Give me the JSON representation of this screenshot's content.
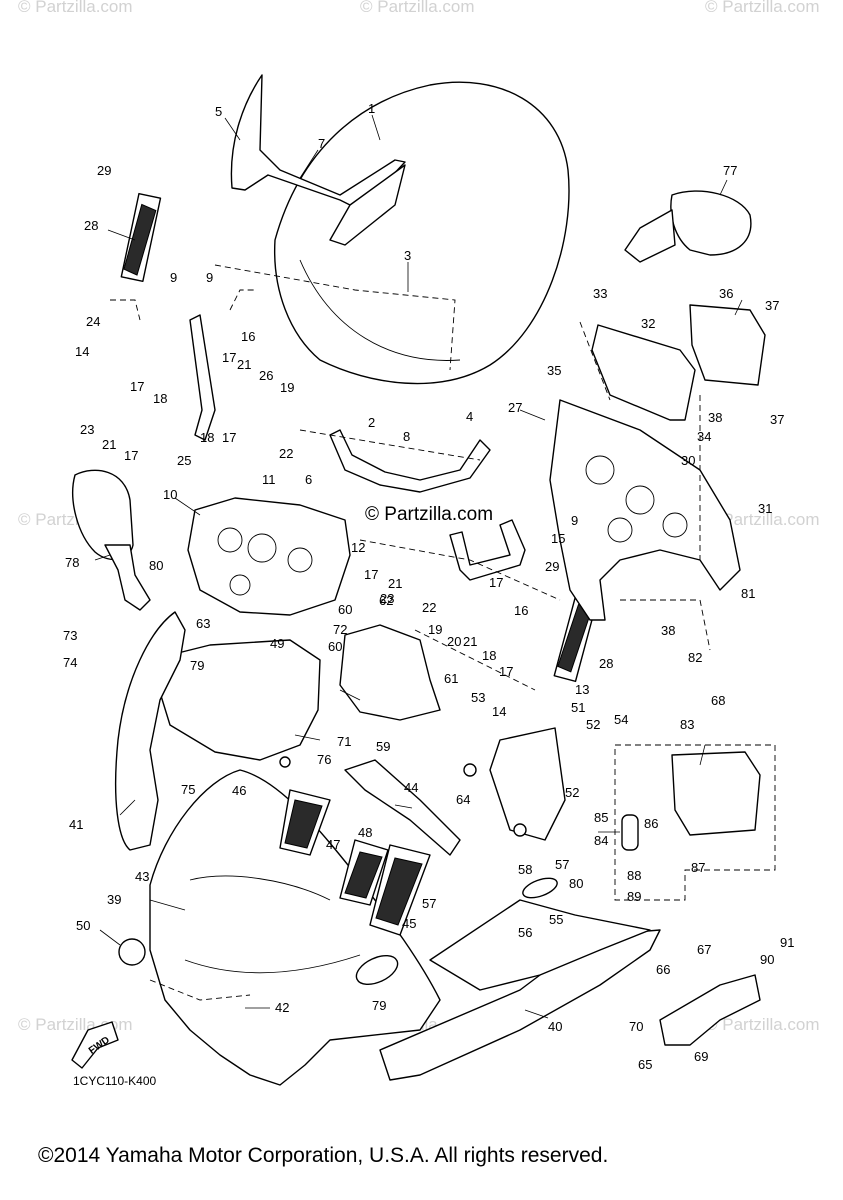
{
  "watermark": "© Partzilla.com",
  "center_watermark": "© Partzilla.com",
  "diagram_code": "1CYC110-K400",
  "fwd_label": "FWD",
  "copyright": "©2014 Yamaha Motor Corporation, U.S.A. All rights reserved.",
  "callouts": {
    "c1": "1",
    "c2": "2",
    "c3": "3",
    "c4": "4",
    "c5": "5",
    "c6": "6",
    "c7": "7",
    "c8": "8",
    "c9a": "9",
    "c9b": "9",
    "c9c": "9",
    "c10": "10",
    "c11": "11",
    "c12": "12",
    "c13": "13",
    "c14a": "14",
    "c14b": "14",
    "c15": "15",
    "c16a": "16",
    "c16b": "16",
    "c17a": "17",
    "c17b": "17",
    "c17c": "17",
    "c17d": "17",
    "c17e": "17",
    "c17f": "17",
    "c17g": "17",
    "c18a": "18",
    "c18b": "18",
    "c18c": "18",
    "c19a": "19",
    "c19b": "19",
    "c20": "20",
    "c21a": "21",
    "c21b": "21",
    "c21c": "21",
    "c21d": "21",
    "c22a": "22",
    "c22b": "22",
    "c23a": "23",
    "c23b": "23",
    "c24": "24",
    "c25": "25",
    "c26": "26",
    "c27": "27",
    "c28a": "28",
    "c28b": "28",
    "c29a": "29",
    "c29b": "29",
    "c30": "30",
    "c31": "31",
    "c32": "32",
    "c33": "33",
    "c34": "34",
    "c35": "35",
    "c36": "36",
    "c37a": "37",
    "c37b": "37",
    "c38a": "38",
    "c38b": "38",
    "c39": "39",
    "c40": "40",
    "c41": "41",
    "c42": "42",
    "c43": "43",
    "c44": "44",
    "c45": "45",
    "c46": "46",
    "c47": "47",
    "c48": "48",
    "c49": "49",
    "c50": "50",
    "c51": "51",
    "c52a": "52",
    "c52b": "52",
    "c53": "53",
    "c54": "54",
    "c55": "55",
    "c56": "56",
    "c57a": "57",
    "c57b": "57",
    "c58": "58",
    "c59": "59",
    "c60a": "60",
    "c60b": "60",
    "c61": "61",
    "c62": "62",
    "c63": "63",
    "c64": "64",
    "c65": "65",
    "c66": "66",
    "c67": "67",
    "c68": "68",
    "c69": "69",
    "c70": "70",
    "c71": "71",
    "c72": "72",
    "c73": "73",
    "c74": "74",
    "c75": "75",
    "c76": "76",
    "c77": "77",
    "c78": "78",
    "c79a": "79",
    "c79b": "79",
    "c80a": "80",
    "c80b": "80",
    "c81": "81",
    "c82": "82",
    "c83": "83",
    "c84": "84",
    "c85": "85",
    "c86": "86",
    "c87": "87",
    "c88": "88",
    "c89": "89",
    "c90": "90",
    "c91": "91"
  }
}
